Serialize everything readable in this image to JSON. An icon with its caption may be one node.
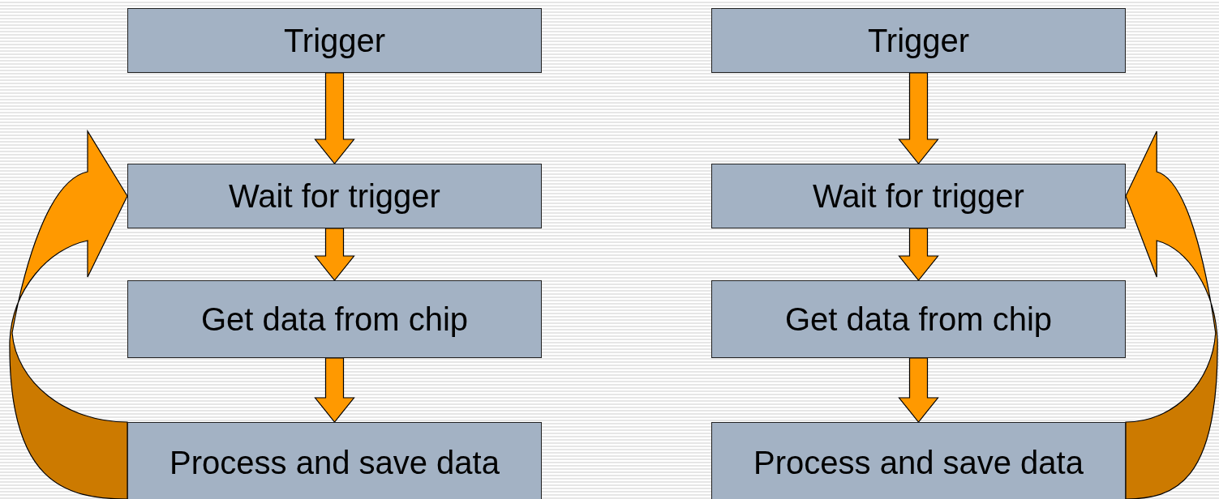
{
  "diagram": {
    "nodes": [
      {
        "text": [
          "Trigger"
        ]
      },
      {
        "text": [
          "Wait for trigger"
        ]
      },
      {
        "text": [
          "Get data from chip"
        ]
      },
      {
        "text": [
          "Process and save data"
        ]
      },
      {
        "text": [
          "Trigger"
        ]
      },
      {
        "text": [
          "Wait for trigger"
        ]
      },
      {
        "text": [
          "Get data from chip"
        ]
      },
      {
        "text": [
          "Process and save data"
        ]
      }
    ],
    "edges": [
      {
        "from": 0,
        "to": 1,
        "arrow": "to"
      },
      {
        "from": 1,
        "to": 2,
        "arrow": "to"
      },
      {
        "from": 2,
        "to": 3,
        "arrow": "to"
      },
      {
        "from": 3,
        "to": 1,
        "arrow": "to"
      },
      {
        "from": 4,
        "to": 5,
        "arrow": "to"
      },
      {
        "from": 5,
        "to": 6,
        "arrow": "to"
      },
      {
        "from": 6,
        "to": 7,
        "arrow": "to"
      },
      {
        "from": 7,
        "to": 5,
        "arrow": "to"
      }
    ]
  }
}
